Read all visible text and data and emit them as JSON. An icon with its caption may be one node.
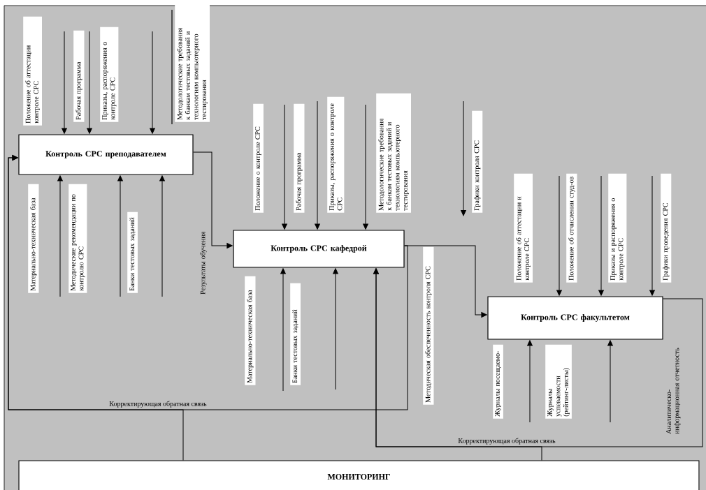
{
  "diagram": {
    "nodes": [
      {
        "text": [
          "Контроль СРС преподавателем"
        ]
      },
      {
        "text": [
          "Контроль СРС кафедрой"
        ]
      },
      {
        "text": [
          "Контроль СРС факультетом"
        ]
      },
      {
        "text": [
          "МОНИТОРИНГ"
        ]
      }
    ],
    "edges": [
      {
        "from": null,
        "to": 0,
        "arrow": "to",
        "label": "Рабочая программа"
      },
      {
        "from": null,
        "to": 0,
        "arrow": "to",
        "label": "Приказы, распоряжения о контроле СРС"
      },
      {
        "from": null,
        "to": 0,
        "arrow": "to",
        "label": "Методологические требования к банкам тестовых заданий и технологиям компьютерного тестирования"
      },
      {
        "from": null,
        "to": 0,
        "arrow": "to",
        "label": "Методические рекомендации по контролю СРС"
      },
      {
        "from": null,
        "to": 0,
        "arrow": "to",
        "label": "Банки тестовых заданий"
      },
      {
        "from": null,
        "to": 0,
        "arrow": "to"
      },
      {
        "from": 0,
        "to": 1,
        "arrow": "to",
        "label": "Результаты обучения"
      },
      {
        "from": null,
        "to": 1,
        "arrow": "to",
        "label": "Рабочая программа"
      },
      {
        "from": null,
        "to": 1,
        "arrow": "to",
        "label": "Приказы, распоряжения о контроле СРС"
      },
      {
        "from": null,
        "to": 1,
        "arrow": "to",
        "label": "Методологические требования к банкам тестовых заданий и технологиям компьютерного тестирования"
      },
      {
        "from": null,
        "to": 1,
        "arrow": "to",
        "label": "Банки тестовых заданий"
      },
      {
        "from": null,
        "to": 1,
        "arrow": "to"
      },
      {
        "from": 1,
        "to": 2,
        "arrow": "to",
        "label": "Методическая обеспеченность контроля СРС"
      },
      {
        "from": null,
        "to": 2,
        "arrow": "to",
        "label": "Положение об отчислении студ-ов"
      },
      {
        "from": null,
        "to": 2,
        "arrow": "to",
        "label": "Приказы и распоряжения о контроле СРС"
      },
      {
        "from": null,
        "to": 2,
        "arrow": "to",
        "label": "Графики проведения СРС"
      },
      {
        "from": null,
        "to": 2,
        "arrow": "to",
        "label": "Журналы успеваемости (рейтинг-листы)"
      },
      {
        "from": null,
        "to": 2,
        "arrow": "to"
      },
      {
        "from": 3,
        "to": 0,
        "arrow": "to",
        "label": "Корректирующая обратная связь"
      },
      {
        "from": 1,
        "to": 0,
        "arrow": "to"
      },
      {
        "from": 3,
        "to": 1,
        "arrow": "to",
        "label": "Корректирующая обратная связь"
      },
      {
        "from": 2,
        "to": 1,
        "arrow": "to",
        "label": "Аналитическо-информационная отчетность"
      }
    ],
    "labels": [
      "Положение об аттестации контроле СРС",
      "Материально-техническая база",
      "Положение о контроле СРС",
      "Графики контроля СРС",
      "Материально-техническая база",
      "Положение об аттестации и контроле СРС",
      "Журналы посещаемо-"
    ]
  }
}
